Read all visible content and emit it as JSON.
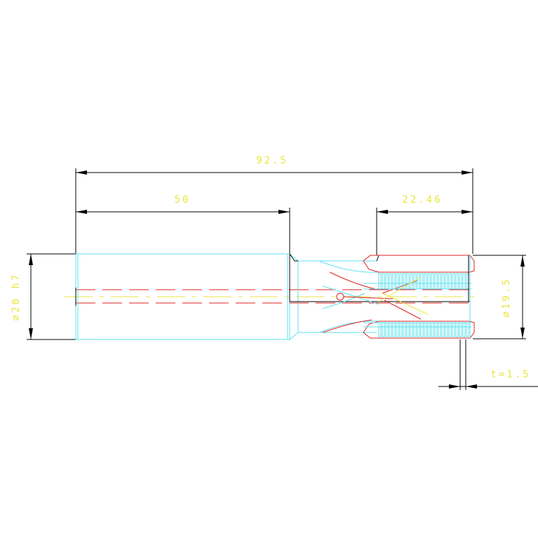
{
  "drawing": {
    "dimensions": {
      "overall_length": "92.5",
      "shank_length": "50",
      "thread_length": "22.46",
      "shank_diameter": "∅20 h7",
      "thread_diameter": "∅19.5",
      "pitch": "t=1.5"
    },
    "colors": {
      "outline": "#000000",
      "geometry": "#5fe0ee",
      "hidden": "#e02020",
      "text": "#e8e640"
    }
  }
}
